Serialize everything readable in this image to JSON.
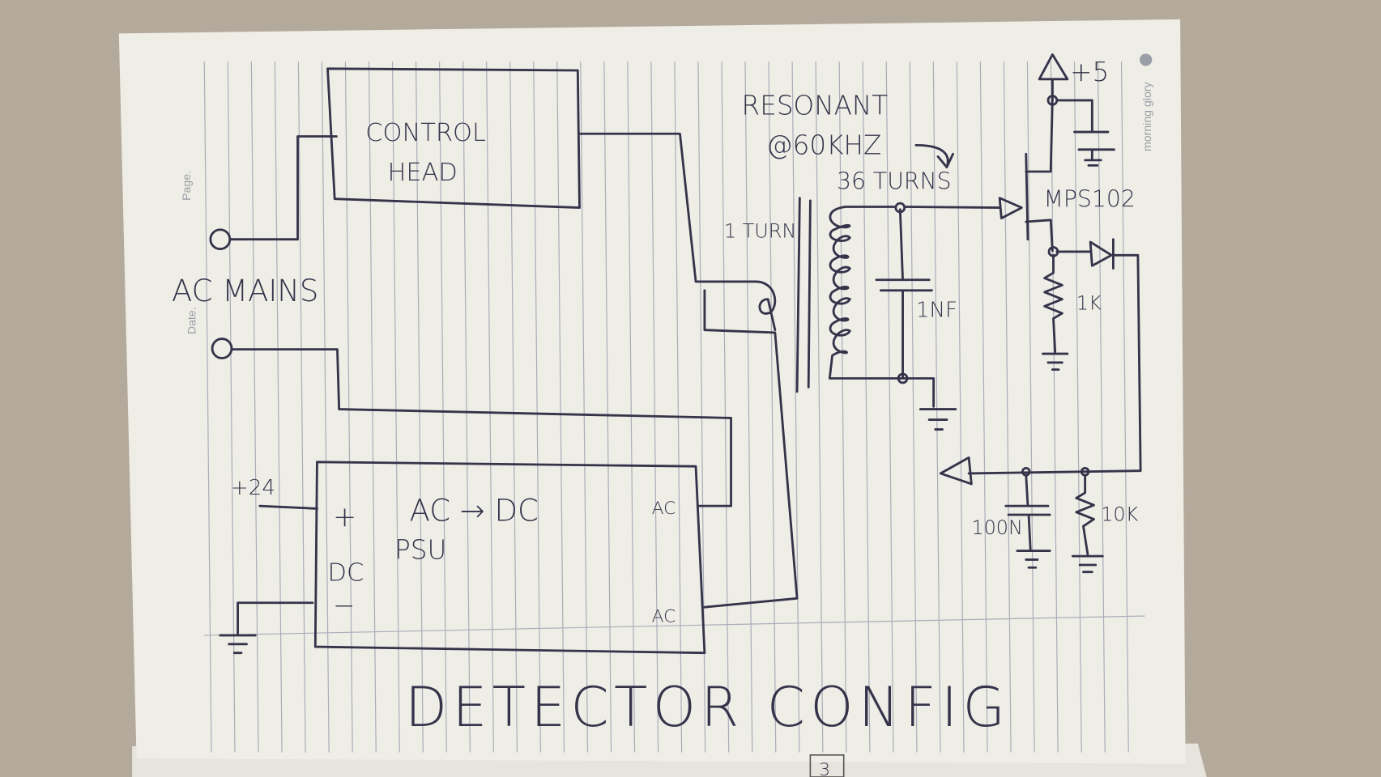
{
  "notebook": {
    "brand": "morning glory",
    "date_label": "Date.",
    "page_label": "Page.",
    "page_number": "3"
  },
  "diagram": {
    "title": "DETECTOR CONFIG",
    "control_head": [
      "CONTROL",
      "HEAD"
    ],
    "ac_mains": "AC MAINS",
    "psu": {
      "title": "AC → DC",
      "subtitle": "PSU",
      "plus": "+",
      "dc": "DC",
      "minus": "−",
      "ac_top": "AC",
      "ac_bottom": "AC",
      "supply": "+24"
    },
    "coil": {
      "resonant": "RESONANT",
      "freq": "@60KHZ",
      "turns": "36 TURNS",
      "primary": "1 TURN",
      "capacitor": "1NF"
    },
    "amp": {
      "supply": "+5",
      "transistor": "MPS102",
      "emitter_resistor": "1K",
      "filter_cap": "100N",
      "load_resistor": "10K"
    }
  },
  "colors": {
    "ink": "#35334a",
    "paper": "#eeede6",
    "background": "#b3aa9c"
  }
}
